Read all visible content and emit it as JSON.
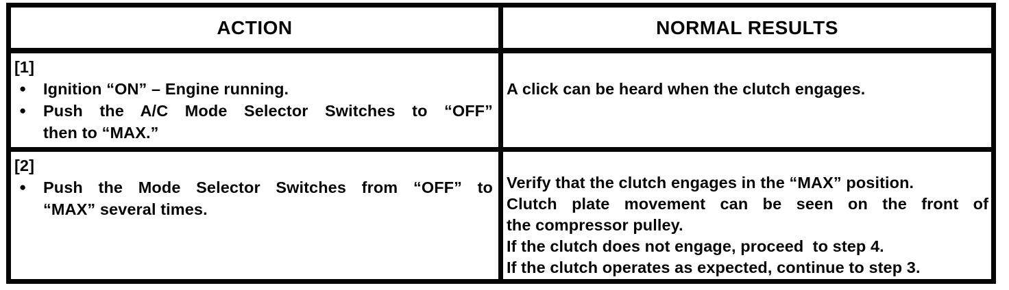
{
  "glyphs": {
    "bullet": "●"
  },
  "table": {
    "headers": {
      "action": "ACTION",
      "results": "NORMAL RESULTS"
    },
    "rows": [
      {
        "step_label": "[1]",
        "action_bullet1": "Ignition “ON” – Engine running.",
        "action_bullet2_line1": "Push the A/C Mode Selector Switches to “OFF”",
        "action_bullet2_line2": "then to “MAX.”",
        "result_line1": "A click can be heard when the clutch engages."
      },
      {
        "step_label": "[2]",
        "action_bullet1_line1": "Push the Mode Selector Switches from “OFF” to",
        "action_bullet1_line2": "“MAX” several times.",
        "result_line1": "Verify that the clutch engages in the “MAX” position.",
        "result_line2": "Clutch plate movement can be seen on the front of",
        "result_line3": "the compressor pulley.",
        "result_line4": "If the clutch does not engage, proceed  to step 4.",
        "result_line5": "If the clutch operates as expected, continue to step 3."
      }
    ]
  }
}
